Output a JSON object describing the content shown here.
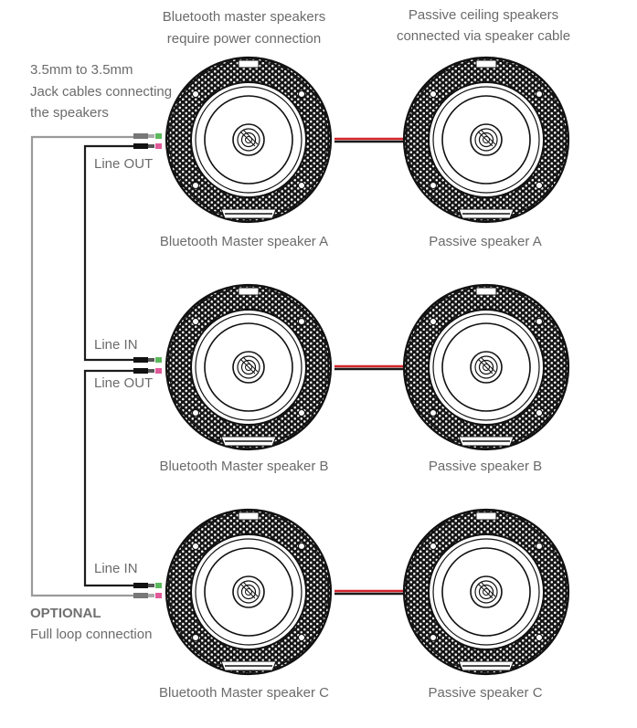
{
  "header": {
    "master_note_line1": "Bluetooth master speakers",
    "master_note_line2": "require power connection",
    "passive_note_line1": "Passive ceiling speakers",
    "passive_note_line2": "connected via speaker cable"
  },
  "cable_note": {
    "line1": "3.5mm to 3.5mm",
    "line2": "Jack cables connecting",
    "line3": "the speakers"
  },
  "ports": {
    "line_out": "Line OUT",
    "line_in": "Line IN"
  },
  "speakers": {
    "master_a": "Bluetooth Master speaker A",
    "master_b": "Bluetooth Master speaker B",
    "master_c": "Bluetooth Master speaker C",
    "passive_a": "Passive speaker A",
    "passive_b": "Passive speaker B",
    "passive_c": "Passive speaker C"
  },
  "optional": {
    "title": "OPTIONAL",
    "subtitle": "Full loop connection"
  },
  "colors": {
    "speaker_cable_red": "#d3262c",
    "speaker_cable_black": "#1a1a1a",
    "jack_cable": "#1c1c1c",
    "loop_cable": "#9a9a9a",
    "port_green": "#5cb85c",
    "port_pink": "#e05a9a",
    "label_text": "#6b6b6b"
  }
}
